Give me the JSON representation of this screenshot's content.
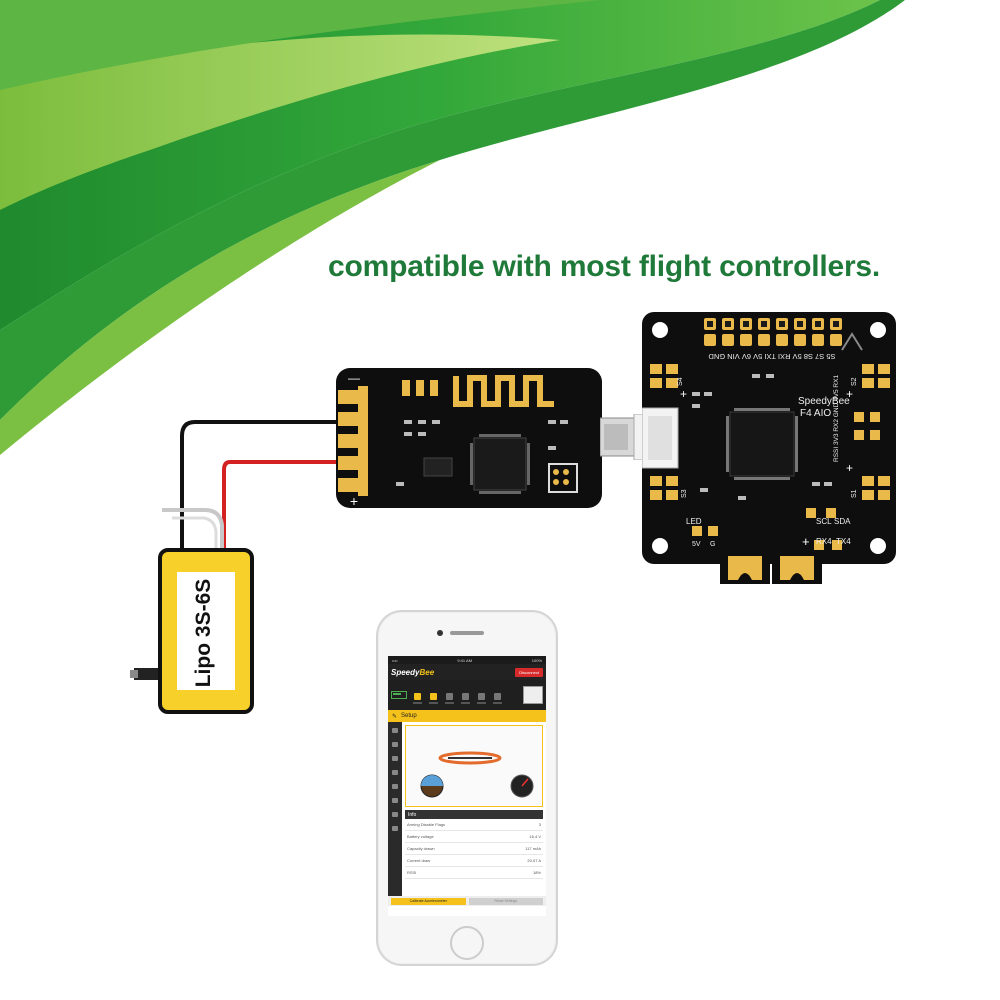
{
  "headline": "compatible with most flight controllers.",
  "battery": {
    "label": "Lipo 3S-6S"
  },
  "flight_controller": {
    "brand_line1": "SpeedyBee",
    "brand_line2": "F4 AIO",
    "silk_top": "S5 S7 S8 5V RXI TXI 5V 6V VIN GND",
    "silk_side": "RSSI 3V3 RX2 GND 4V5 RX1",
    "led_label": "LED",
    "pad_5v": "5V",
    "pad_g": "G",
    "scl": "SCL",
    "sda": "SDA",
    "rx4": "RX4",
    "tx4": "TX4",
    "s1": "S1",
    "s2": "S2",
    "s3": "S3",
    "s4": "S4"
  },
  "phone_app": {
    "carrier": "•••• ",
    "time": "9:41 AM",
    "battery_pct": "100%",
    "logo_a": "Speedy",
    "logo_b": "Bee",
    "disconnect": "Disconnect",
    "screen_title": "Setup",
    "info_title": "Info",
    "rows": [
      {
        "label": "Arming Disable Flags",
        "value": "3"
      },
      {
        "label": "Battery voltage",
        "value": "16.4 V"
      },
      {
        "label": "Capacity drawn",
        "value": "117 mAh"
      },
      {
        "label": "Current draw",
        "value": "20.07 A"
      },
      {
        "label": "RSSI",
        "value": "18%"
      }
    ],
    "btn_calibrate": "Calibrate Accelerometer",
    "btn_reset": "Reset Settings"
  },
  "colors": {
    "headline": "#1f7a3a",
    "pcb": "#111111",
    "gold": "#e9b94a",
    "battery": "#f7d12a",
    "accent": "#f4c21a"
  }
}
